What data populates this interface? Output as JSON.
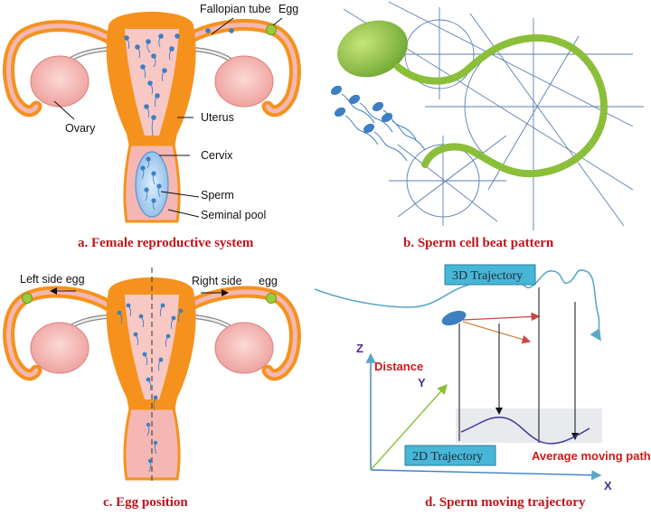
{
  "panel_a": {
    "labels": {
      "fallopian_tube": "Fallopian tube",
      "egg": "Egg",
      "ovary": "Ovary",
      "uterus": "Uterus",
      "cervix": "Cervix",
      "sperm": "Sperm",
      "seminal_pool": "Seminal pool"
    },
    "caption": "a. Female reproductive system"
  },
  "panel_b": {
    "caption": "b. Sperm cell beat pattern"
  },
  "panel_c": {
    "labels": {
      "left_side_egg": "Left side egg",
      "right_side": "Right side",
      "egg": "egg"
    },
    "caption": "c. Egg position"
  },
  "panel_d": {
    "labels": {
      "trajectory_3d": "3D Trajectory",
      "trajectory_2d": "2D Trajectory",
      "distance": "Distance",
      "average_moving_path": "Average moving path",
      "axis_z": "Z",
      "axis_y": "Y",
      "axis_x": "X"
    },
    "caption": "d. Sperm moving trajectory"
  },
  "colors": {
    "uterus_orange": "#f5921e",
    "tissue_pink": "#f4b7b3",
    "egg_green": "#9ccc3c",
    "sperm_blue": "#3d7fc1",
    "flagellum_green": "#8bbf3a",
    "caption_red": "#c0141b",
    "box_blue": "#48b6d6"
  }
}
